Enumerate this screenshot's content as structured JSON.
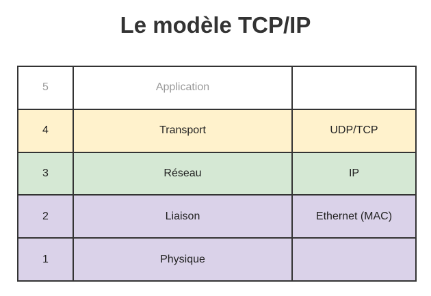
{
  "title": "Le modèle TCP/IP",
  "layers": [
    {
      "number": "5",
      "name": "Application",
      "protocol": "",
      "color": "#ffffff"
    },
    {
      "number": "4",
      "name": "Transport",
      "protocol": "UDP/TCP",
      "color": "#fff2cc"
    },
    {
      "number": "3",
      "name": "Réseau",
      "protocol": "IP",
      "color": "#d5e8d4"
    },
    {
      "number": "2",
      "name": "Liaison",
      "protocol": "Ethernet (MAC)",
      "color": "#dad2e9"
    },
    {
      "number": "1",
      "name": "Physique",
      "protocol": "",
      "color": "#dad2e9"
    }
  ]
}
